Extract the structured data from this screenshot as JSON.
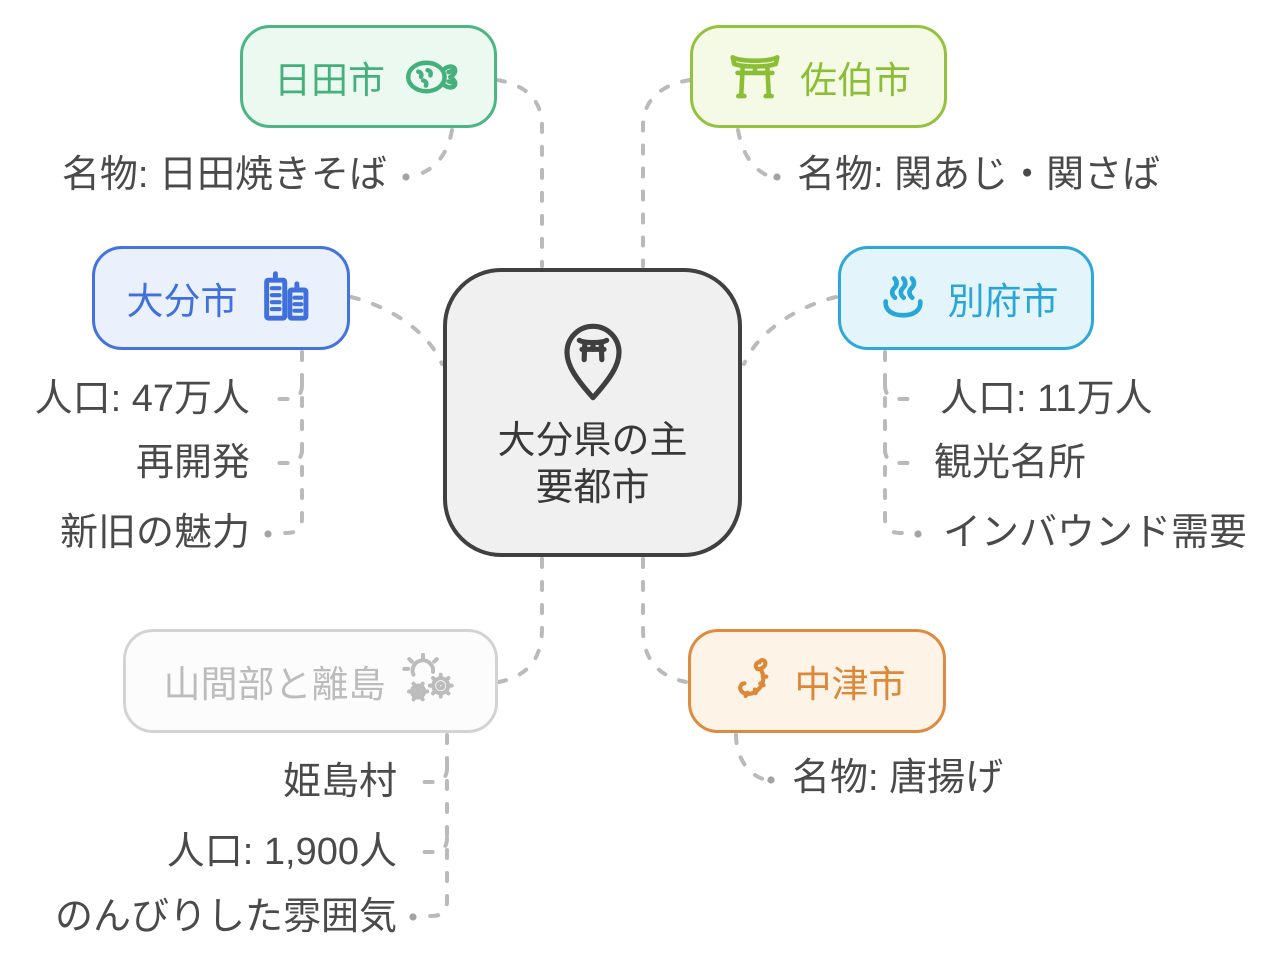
{
  "title": "大分県の主要都市",
  "center": {
    "line1": "大分県の主",
    "line2": "要都市",
    "icon": "torii-pin-icon",
    "border_color": "#404040",
    "bg_color": "#f0f0f0"
  },
  "branches": {
    "hita": {
      "label": "日田市",
      "icon": "fish-icon",
      "color": "#4cb583",
      "bg": "#ebf9f1",
      "children": [
        "名物: 日田焼きそば"
      ]
    },
    "saiki": {
      "label": "佐伯市",
      "icon": "torii-gate-icon",
      "color": "#93c33e",
      "bg": "#f5fae7",
      "children": [
        "名物: 関あじ・関さば"
      ]
    },
    "oita": {
      "label": "大分市",
      "icon": "city-buildings-icon",
      "color": "#4472de",
      "bg": "#eaf0fc",
      "children": [
        "人口: 47万人",
        "再開発",
        "新旧の魅力"
      ]
    },
    "beppu": {
      "label": "別府市",
      "icon": "hot-spring-icon",
      "color": "#2da8d8",
      "bg": "#e3f5fb",
      "children": [
        "人口: 11万人",
        "観光名所",
        "インバウンド需要"
      ]
    },
    "mountains": {
      "label": "山間部と離島",
      "icon": "sun-gears-icon",
      "color": "#bcbcbc",
      "bg": "#fcfcfc",
      "children": [
        "姫島村",
        "人口: 1,900人",
        "のんびりした雰囲気"
      ]
    },
    "nakatsu": {
      "label": "中津市",
      "icon": "fried-shrimp-icon",
      "color": "#dd8b40",
      "bg": "#fdf3e7",
      "children": [
        "名物: 唐揚げ"
      ]
    }
  },
  "connector_color": "#bababa"
}
